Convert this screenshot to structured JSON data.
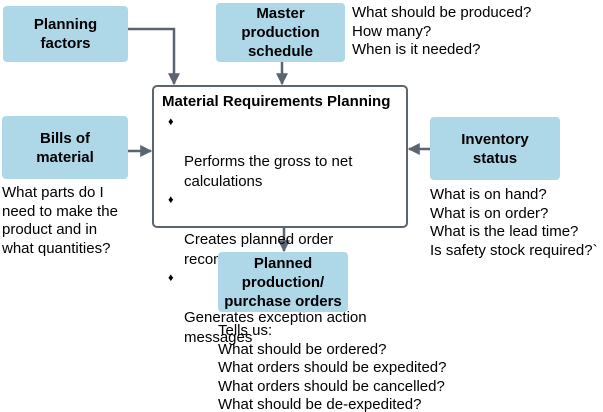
{
  "diagram": {
    "boxes": {
      "planning_factors": "Planning\nfactors",
      "master_production_schedule": "Master\nproduction\nschedule",
      "bills_of_material": "Bills of\nmaterial",
      "inventory_status": "Inventory\nstatus",
      "planned_orders": "Planned\nproduction/\npurchase orders"
    },
    "mrp": {
      "title": "Material Requirements Planning",
      "bullet_glyph": "♦",
      "bullets": [
        "Performs the gross to net\ncalculations",
        "Creates planned order\nrecommendations",
        "Generates exception action\nmessages"
      ]
    },
    "annotations": {
      "top_right": "What should be produced?\nHow many?\nWhen is it needed?",
      "left": "What parts do I\nneed to make the\nproduct and in\nwhat quantities?",
      "right": "What is on hand?\nWhat is on order?\nWhat is the lead time?\nIs safety stock required?`",
      "bottom": "Tells us:\nWhat should be ordered?\nWhat orders should be expedited?\nWhat orders should be cancelled?\nWhat should be de-expedited?"
    },
    "colors": {
      "box_fill": "#aed7e8",
      "arrow": "#5a6570",
      "mrp_border": "#5a6570",
      "text": "#000000",
      "background": "#ffffff"
    }
  }
}
